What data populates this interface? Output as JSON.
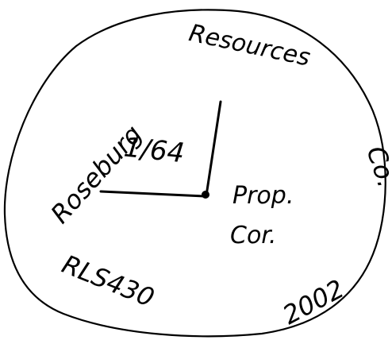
{
  "sketch": {
    "words": {
      "top": "Resources",
      "left": "Roseburg",
      "center": "1/64",
      "right_top": "Prop.",
      "right_bottom": "Cor.",
      "far_right": "Co.",
      "bottom_left": "RLS430",
      "bottom_right": "2002"
    },
    "ink_color": "#000000"
  }
}
